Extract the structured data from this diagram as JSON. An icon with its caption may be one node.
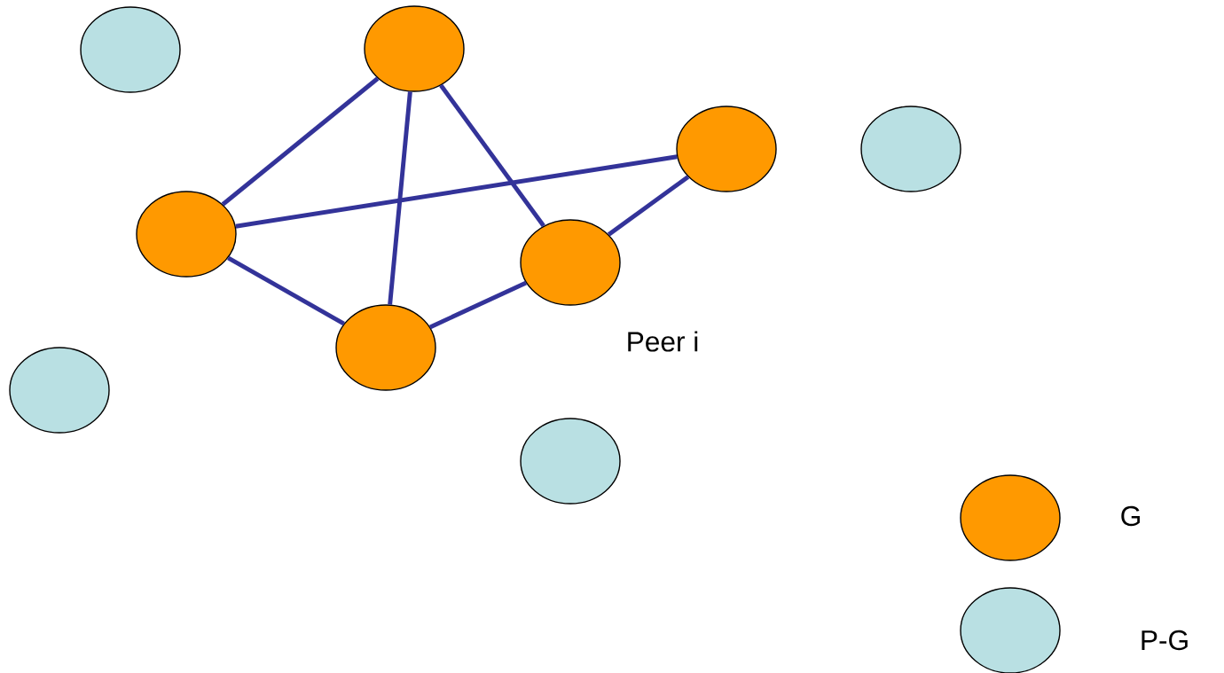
{
  "diagram": {
    "nodes": [
      {
        "text": [],
        "shape": "circle"
      },
      {
        "text": [],
        "shape": "circle"
      },
      {
        "text": [],
        "shape": "circle"
      },
      {
        "text": [],
        "shape": "circle"
      },
      {
        "text": [],
        "shape": "circle"
      },
      {
        "text": [],
        "shape": "circle",
        "beside": [
          "Peer i"
        ]
      },
      {
        "text": [],
        "shape": "circle"
      },
      {
        "text": [],
        "shape": "circle"
      },
      {
        "text": [],
        "shape": "circle"
      }
    ],
    "edges": [
      {
        "from": 1,
        "to": 4,
        "arrow": "none"
      },
      {
        "from": 1,
        "to": 6,
        "arrow": "none"
      },
      {
        "from": 1,
        "to": 5,
        "arrow": "none"
      },
      {
        "from": 4,
        "to": 2,
        "arrow": "none"
      },
      {
        "from": 4,
        "to": 6,
        "arrow": "none"
      },
      {
        "from": 6,
        "to": 5,
        "arrow": "none"
      },
      {
        "from": 5,
        "to": 2,
        "arrow": "none"
      }
    ],
    "legend": [
      {
        "text": "G",
        "color": "#ff9900"
      },
      {
        "text": "P-G",
        "color": "#b9e0e3"
      }
    ]
  }
}
